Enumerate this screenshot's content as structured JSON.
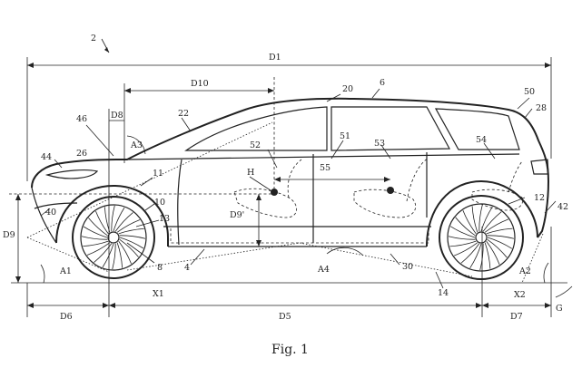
{
  "figure": {
    "caption": "Fig. 1",
    "ref_numerals": {
      "vehicle": "2",
      "roof": "6",
      "hood_front": "46",
      "front": "44",
      "lamp": "26",
      "windshield": "22",
      "roof_line": "20",
      "rear": "50",
      "rear_window": "28",
      "front_axle_region": "11",
      "front_wheel_well": "10",
      "front_hub": "13",
      "front_bumper": "40",
      "floor": "4",
      "front_wheel": "8",
      "seat_front": "52",
      "seat_front_back": "51",
      "seat_rear": "53",
      "seat_third": "54",
      "rear_wheel_well": "12",
      "rear_bumper": "42",
      "sill": "30",
      "rear_wheel": "14",
      "h_point_dim": "55"
    },
    "dimensions": {
      "overall_length": "D1",
      "hood_to_h": "D10",
      "front_overhang_top": "D8",
      "height": "D9",
      "seat_height": "D9'",
      "front_overhang": "D6",
      "wheelbase": "D5",
      "rear_overhang": "D7"
    },
    "angles": [
      "A1",
      "A2",
      "A3",
      "A4"
    ],
    "points": {
      "h_point": "H",
      "front_axle": "X1",
      "rear_axle": "X2",
      "ground": "G"
    }
  }
}
